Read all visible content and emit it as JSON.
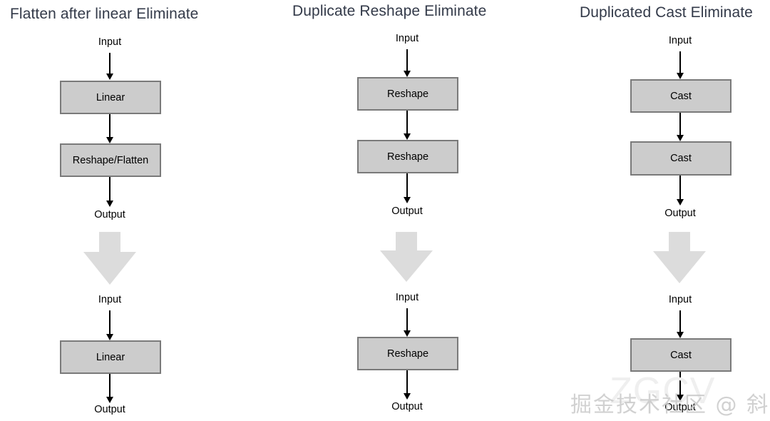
{
  "page": {
    "background": "#ffffff",
    "title_color": "#333a49",
    "box_fill": "#cccccc",
    "box_border": "#7a7a7a",
    "arrow_color": "#000000",
    "big_arrow_color": "#dcdcdc",
    "watermark_color": "#c9c9c9"
  },
  "columns": [
    {
      "title": "Flatten after linear Eliminate",
      "before": {
        "input_label": "Input",
        "nodes": [
          {
            "label": "Linear"
          },
          {
            "label": "Reshape/Flatten"
          }
        ],
        "output_label": "Output"
      },
      "after": {
        "input_label": "Input",
        "nodes": [
          {
            "label": "Linear"
          }
        ],
        "output_label": "Output"
      }
    },
    {
      "title": "Duplicate Reshape Eliminate",
      "before": {
        "input_label": "Input",
        "nodes": [
          {
            "label": "Reshape"
          },
          {
            "label": "Reshape"
          }
        ],
        "output_label": "Output"
      },
      "after": {
        "input_label": "Input",
        "nodes": [
          {
            "label": "Reshape"
          }
        ],
        "output_label": "Output"
      }
    },
    {
      "title": "Duplicated Cast Eliminate",
      "before": {
        "input_label": "Input",
        "nodes": [
          {
            "label": "Cast"
          },
          {
            "label": "Cast"
          }
        ],
        "output_label": "Output"
      },
      "after": {
        "input_label": "Input",
        "nodes": [
          {
            "label": "Cast"
          }
        ],
        "output_label": "Output"
      }
    }
  ],
  "watermark": {
    "text": "掘金技术社区 @ 斜阳",
    "ghost_text": "ZGCV"
  }
}
